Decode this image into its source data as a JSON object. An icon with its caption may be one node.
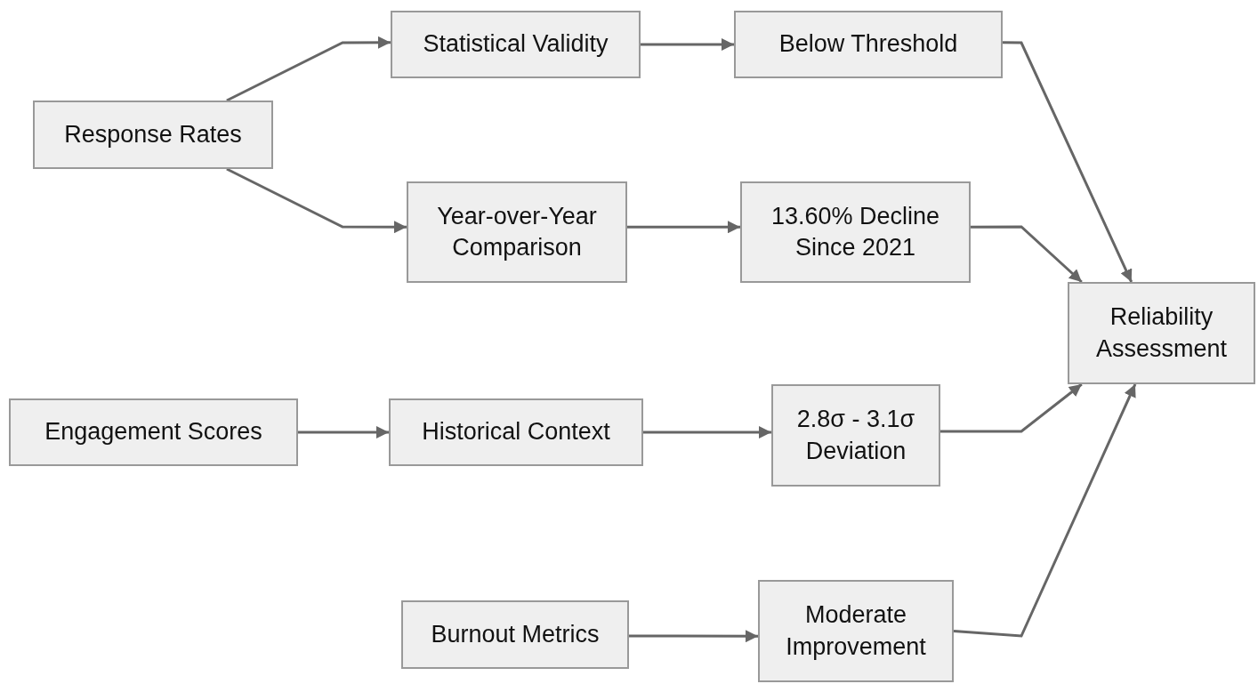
{
  "diagram": {
    "nodes": [
      {
        "text": [
          "Response Rates"
        ]
      },
      {
        "text": [
          "Statistical Validity"
        ]
      },
      {
        "text": [
          "Below Threshold"
        ]
      },
      {
        "text": [
          "Year-over-Year Comparison"
        ]
      },
      {
        "text": [
          "13.60% Decline Since 2021"
        ]
      },
      {
        "text": [
          "Reliability Assessment"
        ]
      },
      {
        "text": [
          "Engagement Scores"
        ]
      },
      {
        "text": [
          "Historical Context"
        ]
      },
      {
        "text": [
          "2.8σ - 3.1σ Deviation"
        ]
      },
      {
        "text": [
          "Burnout Metrics"
        ]
      },
      {
        "text": [
          "Moderate Improvement"
        ]
      }
    ],
    "edges": [
      {
        "from": 0,
        "to": 1,
        "arrow": "to"
      },
      {
        "from": 0,
        "to": 3,
        "arrow": "to"
      },
      {
        "from": 1,
        "to": 2,
        "arrow": "to"
      },
      {
        "from": 3,
        "to": 4,
        "arrow": "to"
      },
      {
        "from": 6,
        "to": 7,
        "arrow": "to"
      },
      {
        "from": 7,
        "to": 8,
        "arrow": "to"
      },
      {
        "from": 9,
        "to": 10,
        "arrow": "to"
      },
      {
        "from": 2,
        "to": 5,
        "arrow": "to"
      },
      {
        "from": 4,
        "to": 5,
        "arrow": "to"
      },
      {
        "from": 8,
        "to": 5,
        "arrow": "to"
      },
      {
        "from": 10,
        "to": 5,
        "arrow": "to"
      }
    ]
  }
}
